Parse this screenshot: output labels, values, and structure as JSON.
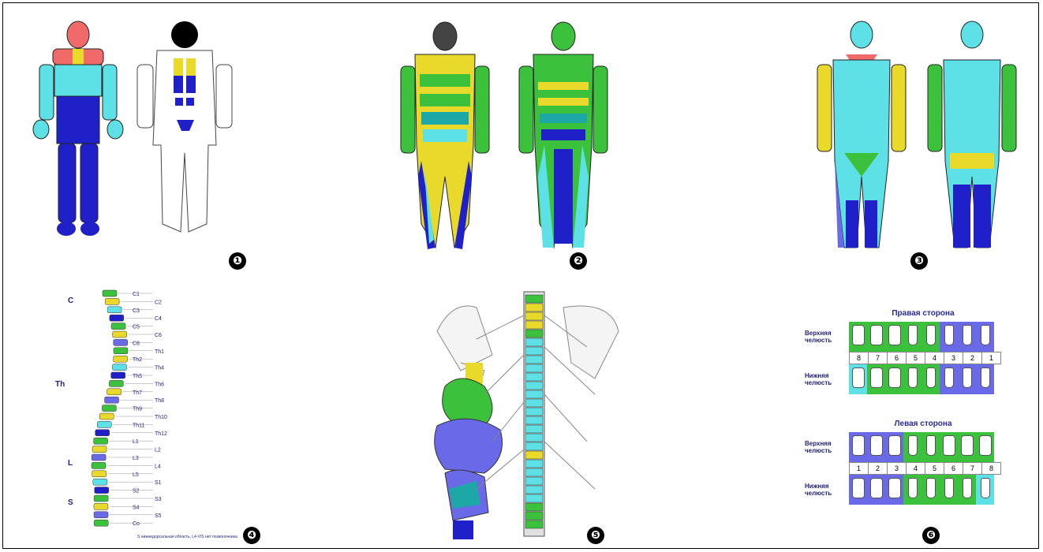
{
  "badges": [
    "❶",
    "❷",
    "❸",
    "❹",
    "❺",
    "❻"
  ],
  "colors": {
    "red": "#f06a6a",
    "yellow": "#e8d92a",
    "cyan": "#5de0e6",
    "green": "#3cc13c",
    "blue": "#2020c8",
    "lightblue": "#6a6ae8",
    "darkblue": "#1c1ca0",
    "black": "#000000"
  },
  "spine": {
    "regions": [
      "C",
      "Th",
      "L",
      "S"
    ],
    "labels": [
      "C1",
      "C2",
      "C3",
      "C4",
      "C5",
      "C6",
      "C8",
      "Th1",
      "Th2",
      "Th4",
      "Th5",
      "Th6",
      "Th7",
      "Th8",
      "Th9",
      "Th10",
      "Th11",
      "Th12",
      "L1",
      "L2",
      "L3",
      "L4",
      "L5",
      "S1",
      "S2",
      "S3",
      "S4",
      "S5",
      "Co"
    ],
    "footnote": "S нижнедорсальная область, L4-V/S нет позвоночника"
  },
  "teeth": {
    "upper_title": "Правая сторона",
    "lower_title": "Левая сторона",
    "upper_jaw_label": "Верхняя челюсть",
    "lower_jaw_label": "Нижняя челюсть",
    "right_numbers": [
      "8",
      "7",
      "6",
      "5",
      "4",
      "3",
      "2",
      "1"
    ],
    "left_numbers": [
      "1",
      "2",
      "3",
      "4",
      "5",
      "6",
      "7",
      "8"
    ],
    "right_upper_colors": [
      "green",
      "green",
      "green",
      "green",
      "green",
      "lightblue",
      "lightblue",
      "lightblue"
    ],
    "right_lower_colors": [
      "cyan",
      "green",
      "green",
      "green",
      "green",
      "lightblue",
      "lightblue",
      "lightblue"
    ],
    "left_upper_colors": [
      "lightblue",
      "lightblue",
      "lightblue",
      "green",
      "green",
      "green",
      "green",
      "green"
    ],
    "left_lower_colors": [
      "lightblue",
      "lightblue",
      "lightblue",
      "green",
      "green",
      "green",
      "green",
      "cyan"
    ]
  }
}
